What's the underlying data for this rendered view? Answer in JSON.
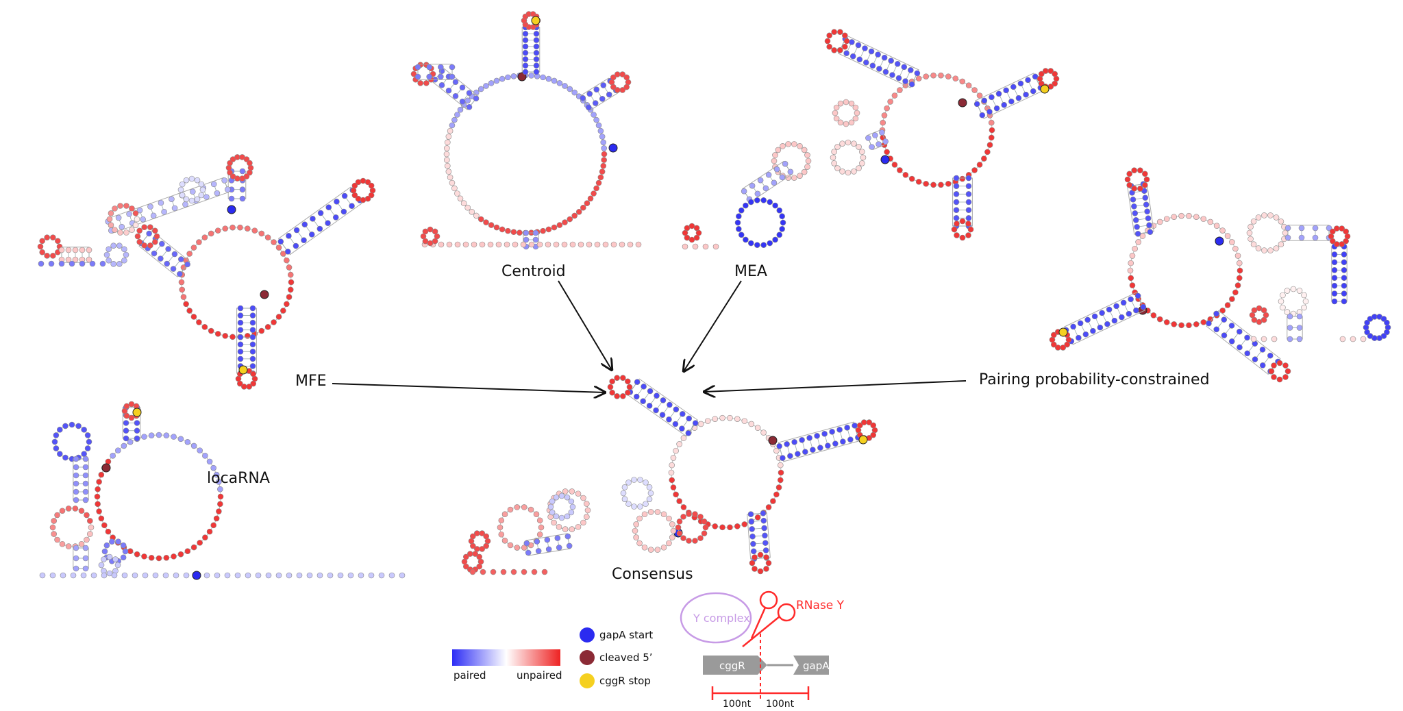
{
  "labels": {
    "mfe": "MFE",
    "centroid": "Centroid",
    "mea": "MEA",
    "ppc": "Pairing probability-constrained",
    "consensus": "Consensus",
    "locarna": "locaRNA"
  },
  "legend": {
    "gradient_left": "paired",
    "gradient_right": "unpaired",
    "gapA_start": "gapA start",
    "cleaved_5": "cleaved 5’",
    "cggR_stop": "cggR stop"
  },
  "schematic": {
    "y_complex": "Y complex",
    "rnase_y": "RNase Y",
    "gene_left": "cggR",
    "gene_right": "gapA",
    "len_left": "100nt",
    "len_right": "100nt"
  },
  "colors": {
    "paired": "#2d2df5",
    "unpaired": "#ee2222",
    "gapA_start": "#2b2bf0",
    "cleaved_5": "#8b2a35",
    "cggR_stop": "#f5d020",
    "rnase": "#ff2a2a",
    "y_complex": "#c79be6",
    "gene_box": "#9a9a9a"
  }
}
